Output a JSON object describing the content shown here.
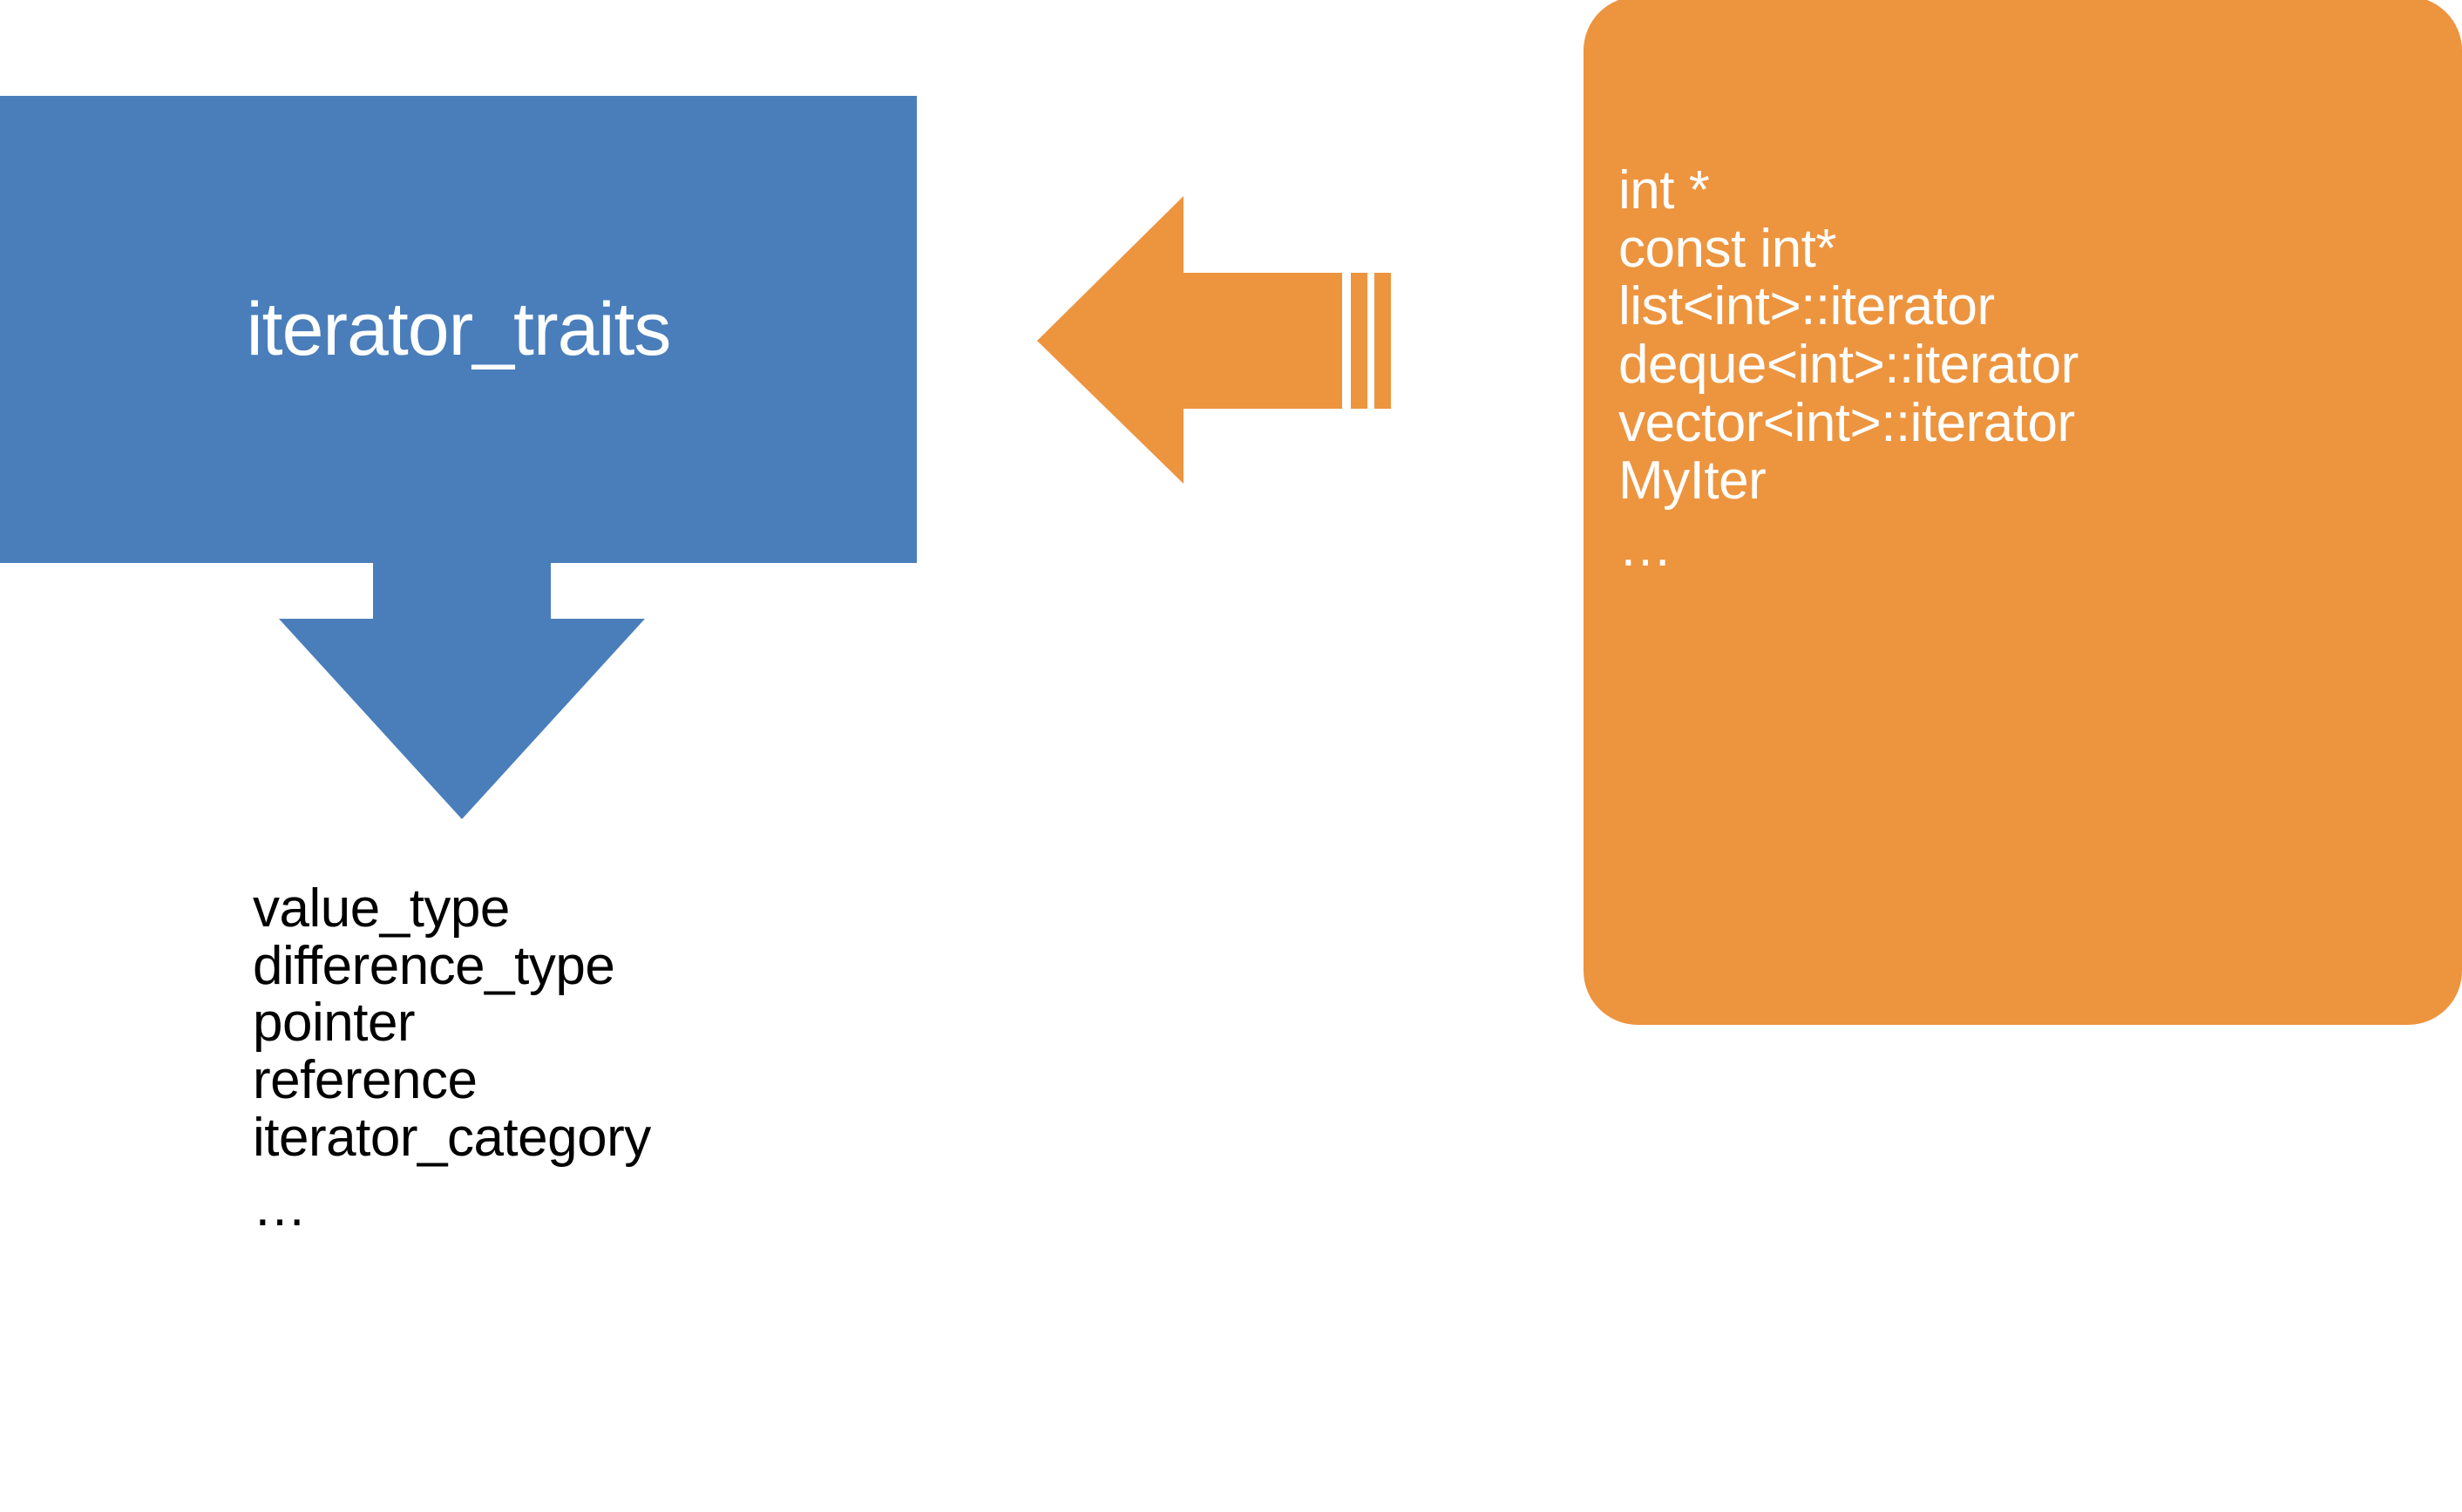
{
  "diagram": {
    "title_box": {
      "label": "iterator_traits",
      "fill_color": "#4a7ebb",
      "text_color": "#ffffff"
    },
    "source_types_box": {
      "fill_color": "#ed943f",
      "text_color": "#ffffff",
      "items": [
        "int *",
        "const int*",
        "list<int>::iterator",
        "deque<int>::iterator",
        "vector<int>::iterator",
        "MyIter",
        "…"
      ]
    },
    "traits_members": {
      "text_color": "#000000",
      "items": [
        "value_type",
        "difference_type",
        "pointer",
        "reference",
        "iterator_category",
        "…"
      ]
    },
    "arrows": {
      "left_arrow": {
        "name": "left-arrow-icon",
        "color": "#ed943f",
        "direction": "left"
      },
      "down_arrow": {
        "name": "down-arrow-icon",
        "color": "#4a7ebb",
        "direction": "down"
      }
    }
  }
}
